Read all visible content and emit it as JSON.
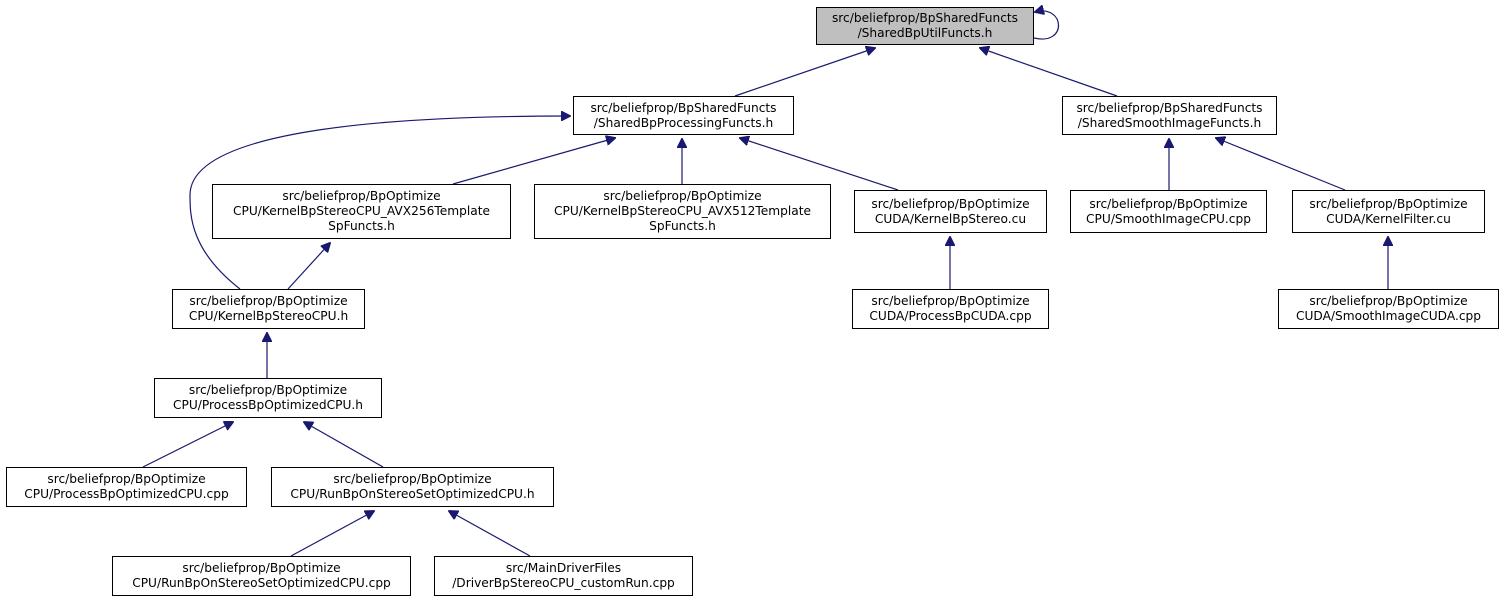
{
  "diagram": {
    "colors": {
      "edge": "#191970",
      "root_fill": "#bfbfbf",
      "node_fill": "#ffffff",
      "border": "#000000"
    },
    "nodes": {
      "shared_bp_util": [
        "src/beliefprop/BpSharedFuncts",
        "/SharedBpUtilFuncts.h"
      ],
      "shared_bp_processing": [
        "src/beliefprop/BpSharedFuncts",
        "/SharedBpProcessingFuncts.h"
      ],
      "shared_smooth_image": [
        "src/beliefprop/BpSharedFuncts",
        "/SharedSmoothImageFuncts.h"
      ],
      "kernel_avx256": [
        "src/beliefprop/BpOptimize",
        "CPU/KernelBpStereoCPU_AVX256Template",
        "SpFuncts.h"
      ],
      "kernel_avx512": [
        "src/beliefprop/BpOptimize",
        "CPU/KernelBpStereoCPU_AVX512Template",
        "SpFuncts.h"
      ],
      "kernel_bp_stereo_cu": [
        "src/beliefprop/BpOptimize",
        "CUDA/KernelBpStereo.cu"
      ],
      "smooth_image_cpu": [
        "src/beliefprop/BpOptimize",
        "CPU/SmoothImageCPU.cpp"
      ],
      "kernel_filter_cu": [
        "src/beliefprop/BpOptimize",
        "CUDA/KernelFilter.cu"
      ],
      "kernel_bp_stereo_cpu_h": [
        "src/beliefprop/BpOptimize",
        "CPU/KernelBpStereoCPU.h"
      ],
      "process_bp_cuda": [
        "src/beliefprop/BpOptimize",
        "CUDA/ProcessBpCUDA.cpp"
      ],
      "smooth_image_cuda": [
        "src/beliefprop/BpOptimize",
        "CUDA/SmoothImageCUDA.cpp"
      ],
      "process_bp_optimized_cpu_h": [
        "src/beliefprop/BpOptimize",
        "CPU/ProcessBpOptimizedCPU.h"
      ],
      "process_bp_optimized_cpu_cpp": [
        "src/beliefprop/BpOptimize",
        "CPU/ProcessBpOptimizedCPU.cpp"
      ],
      "run_bp_on_stereo_set_h": [
        "src/beliefprop/BpOptimize",
        "CPU/RunBpOnStereoSetOptimizedCPU.h"
      ],
      "run_bp_on_stereo_set_cpp": [
        "src/beliefprop/BpOptimize",
        "CPU/RunBpOnStereoSetOptimizedCPU.cpp"
      ],
      "driver_custom_run": [
        "src/MainDriverFiles",
        "/DriverBpStereoCPU_customRun.cpp"
      ]
    },
    "edges": [
      {
        "from": "shared_bp_util",
        "to": "shared_bp_util"
      },
      {
        "from": "shared_bp_processing",
        "to": "shared_bp_util"
      },
      {
        "from": "shared_smooth_image",
        "to": "shared_bp_util"
      },
      {
        "from": "kernel_avx256",
        "to": "shared_bp_processing"
      },
      {
        "from": "kernel_avx512",
        "to": "shared_bp_processing"
      },
      {
        "from": "kernel_bp_stereo_cu",
        "to": "shared_bp_processing"
      },
      {
        "from": "kernel_bp_stereo_cpu_h",
        "to": "shared_bp_processing"
      },
      {
        "from": "smooth_image_cpu",
        "to": "shared_smooth_image"
      },
      {
        "from": "kernel_filter_cu",
        "to": "shared_smooth_image"
      },
      {
        "from": "kernel_bp_stereo_cpu_h",
        "to": "kernel_avx256"
      },
      {
        "from": "process_bp_cuda",
        "to": "kernel_bp_stereo_cu"
      },
      {
        "from": "smooth_image_cuda",
        "to": "kernel_filter_cu"
      },
      {
        "from": "process_bp_optimized_cpu_h",
        "to": "kernel_bp_stereo_cpu_h"
      },
      {
        "from": "process_bp_optimized_cpu_cpp",
        "to": "process_bp_optimized_cpu_h"
      },
      {
        "from": "run_bp_on_stereo_set_h",
        "to": "process_bp_optimized_cpu_h"
      },
      {
        "from": "run_bp_on_stereo_set_cpp",
        "to": "run_bp_on_stereo_set_h"
      },
      {
        "from": "driver_custom_run",
        "to": "run_bp_on_stereo_set_h"
      }
    ]
  }
}
